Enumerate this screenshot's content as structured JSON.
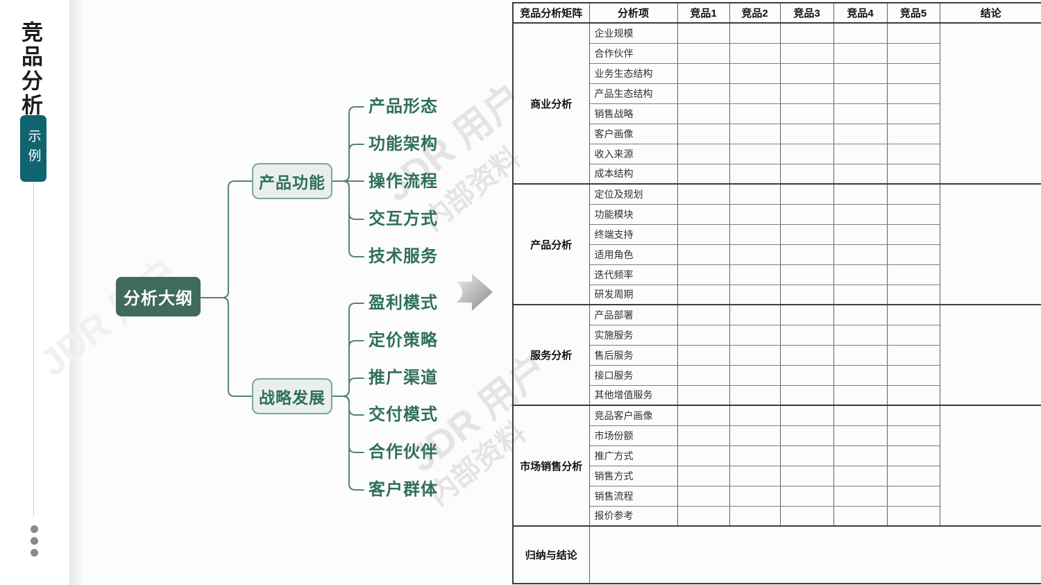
{
  "sidebar": {
    "title_vertical": "竞品分析",
    "badge": "示例"
  },
  "watermark": {
    "brand": "JDR 用户",
    "label": "内部资料"
  },
  "mindmap": {
    "root": "分析大纲",
    "branches": [
      {
        "label": "产品功能",
        "children": [
          "产品形态",
          "功能架构",
          "操作流程",
          "交互方式",
          "技术服务"
        ]
      },
      {
        "label": "战略发展",
        "children": [
          "盈利模式",
          "定价策略",
          "推广渠道",
          "交付模式",
          "合作伙伴",
          "客户群体"
        ]
      }
    ]
  },
  "table": {
    "headers": [
      "竞品分析矩阵",
      "分析项",
      "竞品1",
      "竞品2",
      "竞品3",
      "竞品4",
      "竞品5",
      "结论"
    ],
    "competitor_count": 5,
    "groups": [
      {
        "name": "商业分析",
        "rows": [
          "企业规模",
          "合作伙伴",
          "业务生态结构",
          "产品生态结构",
          "销售战略",
          "客户画像",
          "收入来源",
          "成本结构"
        ]
      },
      {
        "name": "产品分析",
        "rows": [
          "定位及规划",
          "功能模块",
          "终端支持",
          "适用角色",
          "迭代频率",
          "研发周期"
        ]
      },
      {
        "name": "服务分析",
        "rows": [
          "产品部署",
          "实施服务",
          "售后服务",
          "接口服务",
          "其他增值服务"
        ]
      },
      {
        "name": "市场销售分析",
        "rows": [
          "竞品客户画像",
          "市场份额",
          "推广方式",
          "销售方式",
          "销售流程",
          "报价参考"
        ]
      }
    ],
    "footer": "归纳与结论"
  },
  "colors": {
    "accent_teal": "#0F6470",
    "node_dark": "#3F6A5C",
    "node_light_bg": "#E9F0EB",
    "node_border": "#7DA691",
    "node_text": "#2F6E5D",
    "connector": "#55836F",
    "line_dark": "#3C3C3C",
    "line_mid": "#5E5E5E",
    "line_light": "#7D7D7D"
  }
}
